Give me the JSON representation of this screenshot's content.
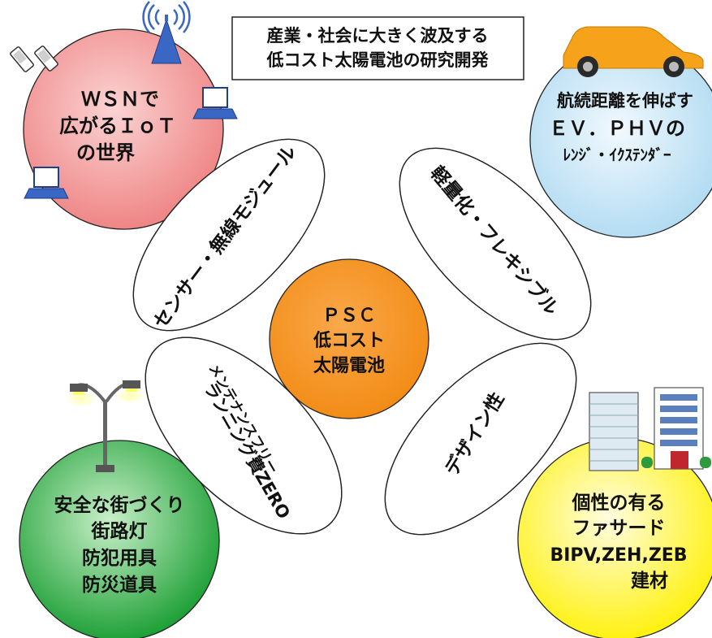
{
  "title": {
    "line1": "産業・社会に大きく波及する",
    "line2": "低コスト太陽電池の研究開発"
  },
  "center": {
    "line1": "ＰＳＣ",
    "line2": "低コスト",
    "line3": "太陽電池",
    "color": "#f7941d"
  },
  "spokes": {
    "upper_left": "センサー・無線モジュール",
    "upper_right": "軽量化・フレキシブル",
    "lower_left_line1": "メンテナンスフリー",
    "lower_left_line2": "ランニング費ZERO",
    "lower_right": "デザイン性"
  },
  "circles": {
    "iot": {
      "line1": "ＷＳＮで",
      "line2": "広がるＩｏＴ",
      "line3": "の世界",
      "color": "#f28c8c"
    },
    "ev": {
      "line1": "航続距離を伸ばす",
      "line2": "ＥＶ．ＰＨＶの",
      "line3": "ﾚﾝｼﾞ・ｲｸｽﾃﾝﾀﾞｰ",
      "color": "#c8e6f7"
    },
    "city": {
      "line1": "安全な街づくり",
      "line2": "街路灯",
      "line3": "防犯用具",
      "line4": "防災道具",
      "color": "#2eaa3e"
    },
    "building": {
      "line1": "個性の有る",
      "line2": "ファサード",
      "line3": "BIPV,ZEH,ZEB",
      "line4": "建材",
      "color": "#fff200"
    }
  },
  "icons": {
    "antenna": "antenna-icon",
    "phones": "phone-icon",
    "laptop": "laptop-icon",
    "car": "car-icon",
    "street_light": "street-light-icon",
    "building": "building-icon"
  },
  "colors": {
    "car": "#f7a21b",
    "laptop": "#3a66c4",
    "antenna": "#3a66c4"
  }
}
